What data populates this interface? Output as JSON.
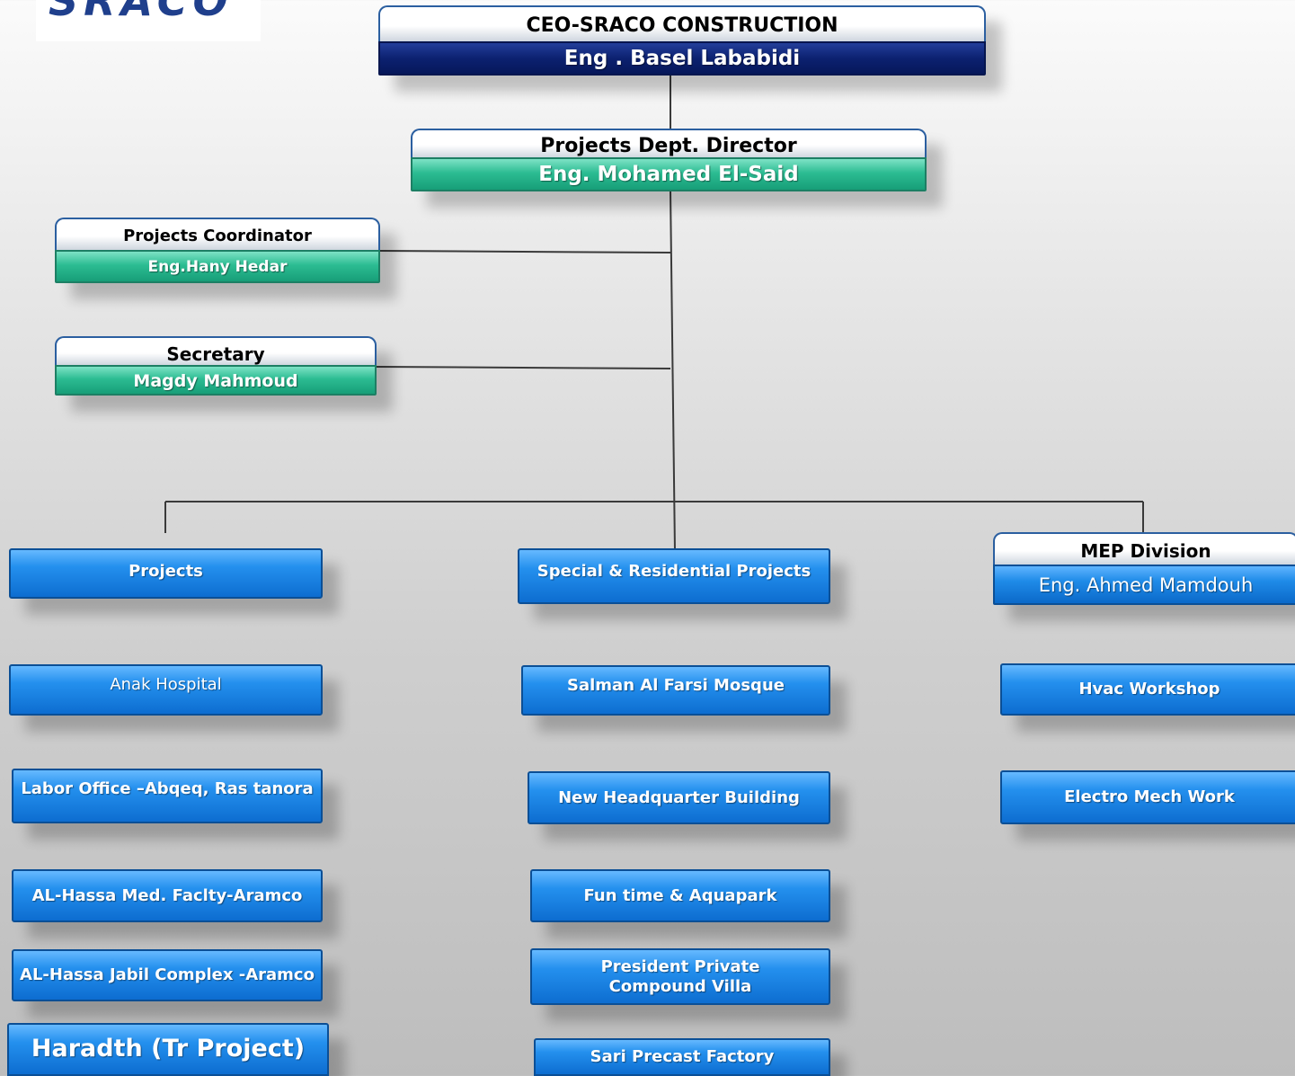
{
  "logo": {
    "text": "SRACO"
  },
  "ceo": {
    "title": "CEO-SRACO CONSTRUCTION",
    "name": "Eng . Basel Lababidi"
  },
  "director": {
    "title": "Projects  Dept. Director",
    "name": "Eng. Mohamed El-Said"
  },
  "coordinator": {
    "title": "Projects  Coordinator",
    "name": "Eng.Hany Hedar"
  },
  "secretary": {
    "title": "Secretary",
    "name": "Magdy Mahmoud"
  },
  "divisions": {
    "projects": {
      "label": "Projects"
    },
    "special": {
      "label": "Special & Residential Projects"
    },
    "mep": {
      "title": "MEP Division",
      "name": "Eng. Ahmed Mamdouh"
    }
  },
  "projects_items": [
    "Anak Hospital",
    "Labor Office –Abqeq,  Ras tanora",
    "AL-Hassa Med. Faclty-Aramco",
    "AL-Hassa Jabil Complex -Aramco",
    "Haradth (Tr Project)"
  ],
  "special_items": [
    "Salman Al Farsi Mosque",
    "New Headquarter Building",
    "Fun time & Aquapark",
    "President Private Compound Villa",
    "Sari Precast Factory"
  ],
  "mep_items": [
    "Hvac Workshop",
    "Electro Mech Work"
  ],
  "colors": {
    "navy": "#0c2170",
    "teal": "#2cbc92",
    "blue": "#1f8be8",
    "connector": "#3a3a3a"
  }
}
